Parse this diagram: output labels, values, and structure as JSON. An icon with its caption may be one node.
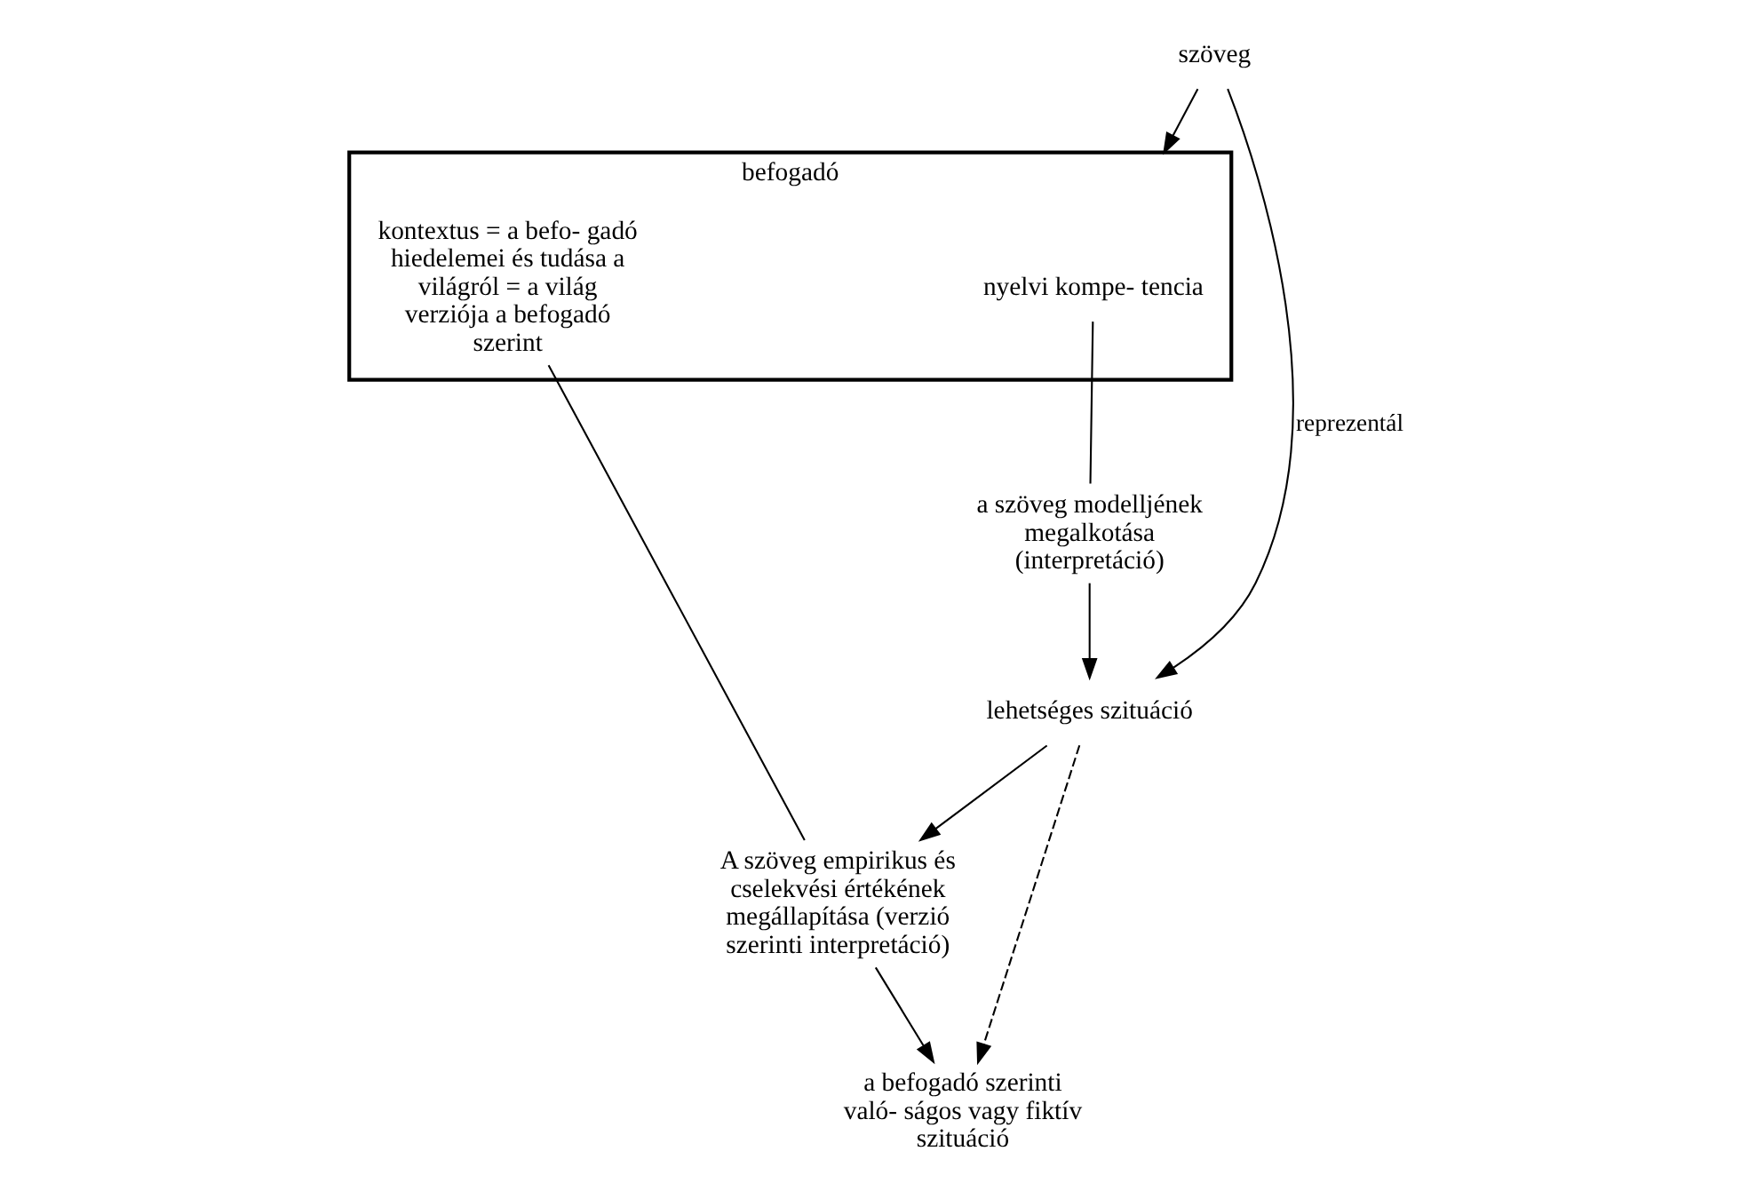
{
  "diagram": {
    "nodes": [
      {
        "text": [
          "befogadó"
        ]
      },
      {
        "text": [
          "nyelvi kompe- tencia"
        ],
        "in": 0
      },
      {
        "text": [
          "kontextus = a befo- gadó hiedelemei és tudása a világról = a világ verziója a befogadó szerint"
        ],
        "in": 0
      },
      {
        "text": [
          "szöveg"
        ]
      },
      {
        "text": [
          "a szöveg modelljének megalkotása (interpretáció)"
        ]
      },
      {
        "text": [
          "lehetséges szituáció"
        ]
      },
      {
        "text": [
          "A szöveg empirikus és cselekvési értékének megállapítása (verzió szerinti interpretáció)"
        ]
      },
      {
        "text": [
          "a befogadó szerinti való- ságos vagy fiktív szituáció"
        ]
      }
    ],
    "edges": [
      {
        "from": 3,
        "to": 0,
        "arrow": "to"
      },
      {
        "from": 3,
        "to": 5,
        "arrow": "to",
        "label": "reprezentál"
      },
      {
        "from": 1,
        "to": 4,
        "arrow": "none"
      },
      {
        "from": 2,
        "to": 6,
        "arrow": "none"
      },
      {
        "from": 4,
        "to": 5,
        "arrow": "to"
      },
      {
        "from": 5,
        "to": 6,
        "arrow": "to"
      },
      {
        "from": 5,
        "to": 7,
        "arrow": "to",
        "style": "dashed"
      },
      {
        "from": 6,
        "to": 7,
        "arrow": "to"
      }
    ]
  }
}
